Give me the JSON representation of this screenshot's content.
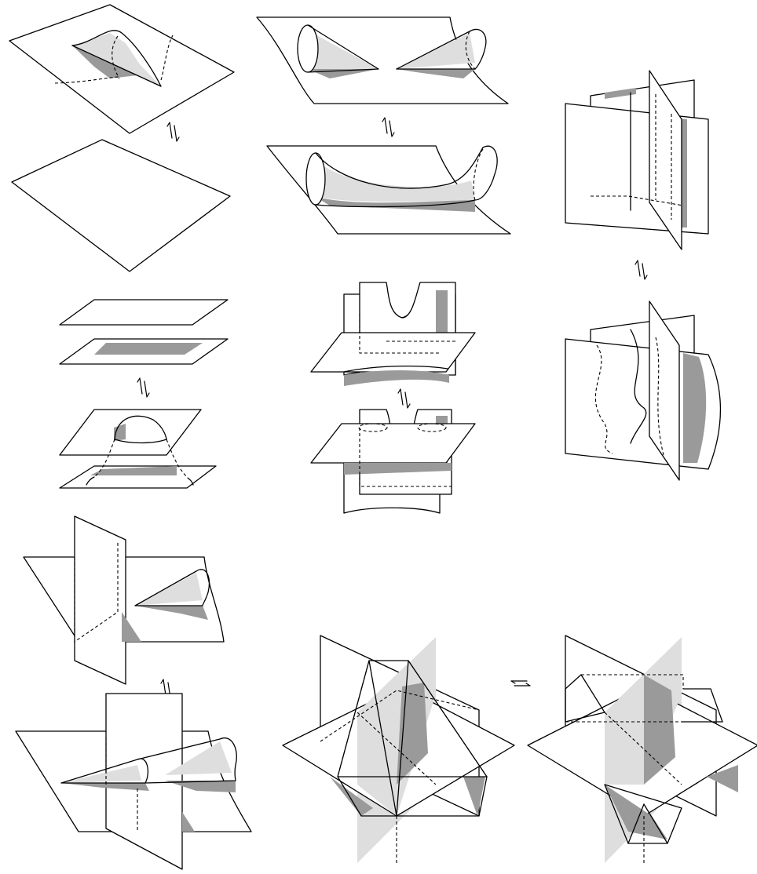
{
  "figure": {
    "colors": {
      "background": "#ffffff",
      "line": "#000000",
      "shade_dark": "#9a9a9a",
      "shade_light": "#dedede"
    },
    "panels": [
      {
        "id": "cusp-birth",
        "move_arrow": "vertical"
      },
      {
        "id": "cone-tube-merge",
        "move_arrow": "vertical"
      },
      {
        "id": "triple-plane",
        "move_arrow": "vertical"
      },
      {
        "id": "parallel-sheets-tube",
        "move_arrow": "vertical"
      },
      {
        "id": "saddle-sheet",
        "move_arrow": "vertical"
      },
      {
        "id": "plane-cone-intersection",
        "move_arrow": "vertical"
      },
      {
        "id": "tetrahedral-move",
        "move_arrow": "horizontal"
      }
    ]
  }
}
